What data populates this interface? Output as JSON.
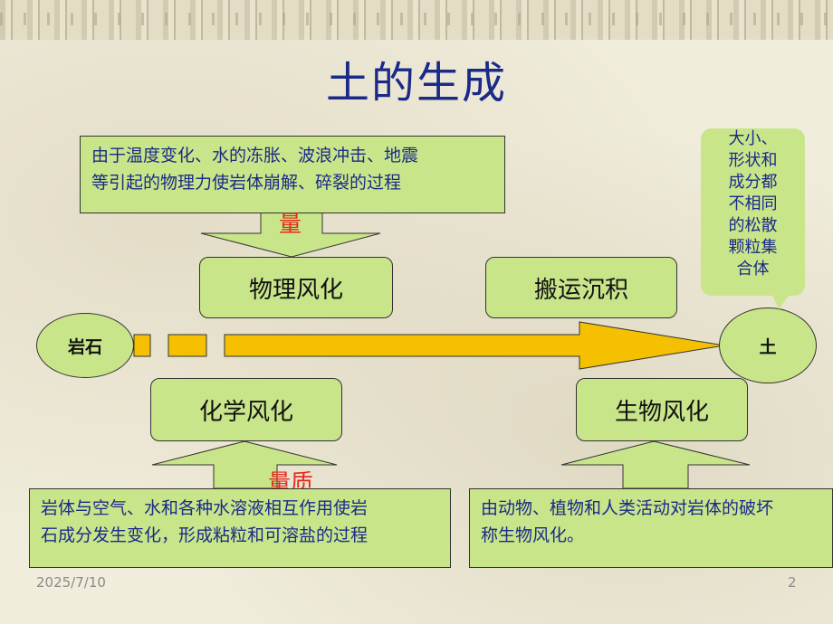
{
  "title": "土的生成",
  "top_desc": {
    "lines": [
      "由于温度变化、水的冻胀、波浪冲击、地震",
      "等引起的物理力使岩体崩解、碎裂的过程"
    ]
  },
  "label_quantity": "量",
  "physical_weathering": "物理风化",
  "transport": "搬运沉积",
  "chemical_weathering": "化学风化",
  "biological_weathering": "生物风化",
  "rock": "岩石",
  "soil": "土",
  "label_quantity_quality": "量质",
  "bottom_left_desc": {
    "lines": [
      "岩体与空气、水和各种水溶液相互作用使岩",
      "石成分发生变化，形成粘粒和可溶盐的过程"
    ]
  },
  "bottom_right_desc": {
    "lines": [
      "由动物、植物和人类活动对岩体的破坏",
      "称生物风化。"
    ]
  },
  "callout": {
    "lines": [
      "大小、",
      "形状和",
      "成分都",
      "不相同",
      "的松散",
      "颗粒集",
      "合体"
    ]
  },
  "footer": {
    "date": "2025/7/10",
    "page": "2"
  },
  "colors": {
    "box_fill": "#c9e58a",
    "arrow_fill": "#f5c000",
    "title_text": "#1a2a88",
    "accent_red": "#e8271b"
  }
}
